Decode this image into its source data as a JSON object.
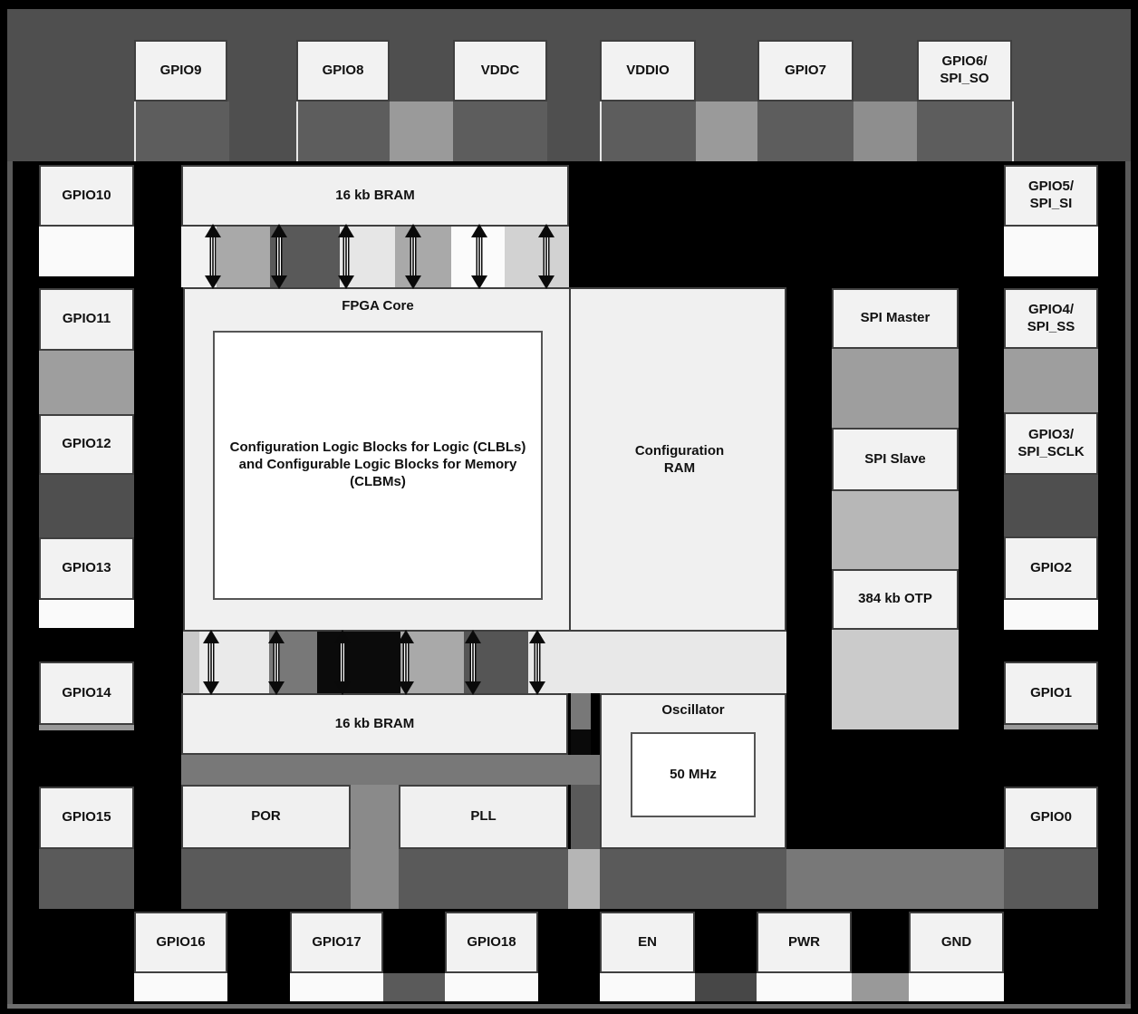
{
  "diagram_type": "fpga-chip-block-diagram",
  "pins": {
    "top": {
      "gpio9": "GPIO9",
      "gpio8": "GPIO8",
      "vddc": "VDDC",
      "vddio": "VDDIO",
      "gpio7": "GPIO7",
      "gpio6": "GPIO6/\nSPI_SO"
    },
    "left": {
      "gpio10": "GPIO10",
      "gpio11": "GPIO11",
      "gpio12": "GPIO12",
      "gpio13": "GPIO13",
      "gpio14": "GPIO14",
      "gpio15": "GPIO15"
    },
    "right": {
      "gpio5": "GPIO5/\nSPI_SI",
      "gpio4": "GPIO4/\nSPI_SS",
      "gpio3": "GPIO3/\nSPI_SCLK",
      "gpio2": "GPIO2",
      "gpio1": "GPIO1",
      "gpio0": "GPIO0"
    },
    "bottom": {
      "gpio16": "GPIO16",
      "gpio17": "GPIO17",
      "gpio18": "GPIO18",
      "en": "EN",
      "pwr": "PWR",
      "gnd": "GND"
    }
  },
  "blocks": {
    "bram_top": "16 kb BRAM",
    "fpga_core": "FPGA Core",
    "clb": "Configuration Logic Blocks for Logic (CLBLs)\nand Configurable Logic Blocks for Memory\n(CLBMs)",
    "config_ram": "Configuration\nRAM",
    "spi_master": "SPI Master",
    "spi_slave": "SPI Slave",
    "otp": "384 kb OTP",
    "bram_bottom": "16 kb BRAM",
    "por": "POR",
    "pll": "PLL",
    "oscillator": "Oscillator",
    "osc_freq": "50 MHz"
  },
  "colors": {
    "background": "#000000",
    "die_band": "#4f4f4f",
    "pad_dark": "#5d5d5d",
    "pad_light": "#9a9a9a",
    "block_fill": "#f0f0f0",
    "box_fill": "#f2f2f2",
    "box_border": "#3f3f3f",
    "strip_gray": "#9e9e9e",
    "strip_dark": "#4f4f4f",
    "band_dark": "#5a5a5a",
    "band_mid": "#787878",
    "band_light": "#b5b5b5",
    "arrow": "#0a0a0a"
  }
}
